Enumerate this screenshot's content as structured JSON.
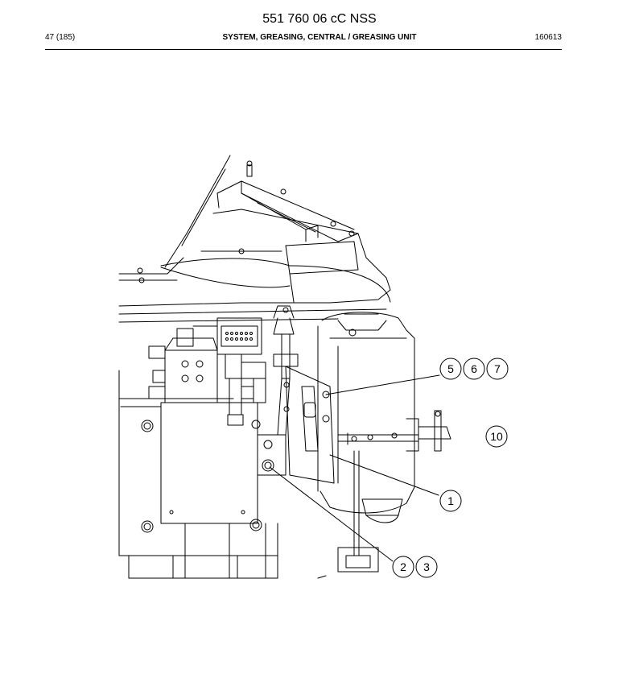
{
  "header": {
    "doc_number": "551 760 06 cC NSS",
    "page": "47 (185)",
    "section": "SYSTEM, GREASING, CENTRAL / GREASING UNIT",
    "date": "160613"
  },
  "callouts": {
    "c5": "5",
    "c6": "6",
    "c7": "7",
    "c10": "10",
    "c1": "1",
    "c2": "2",
    "c3": "3"
  }
}
